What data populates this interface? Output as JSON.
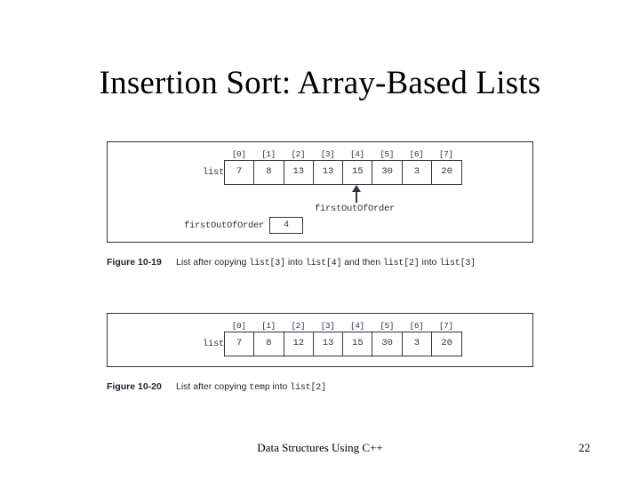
{
  "slide": {
    "title": "Insertion Sort: Array-Based Lists"
  },
  "figures": [
    {
      "id": "figure-10-19",
      "label": "Figure 10-19",
      "caption_parts": [
        {
          "type": "text",
          "value": "List after copying "
        },
        {
          "type": "code",
          "value": "list[3]"
        },
        {
          "type": "text",
          "value": " into "
        },
        {
          "type": "code",
          "value": "list[4]"
        },
        {
          "type": "text",
          "value": " and then "
        },
        {
          "type": "code",
          "value": "list[2]"
        },
        {
          "type": "text",
          "value": " into "
        },
        {
          "type": "code",
          "value": "list[3]"
        }
      ],
      "caption_plain": "List after copying list[3] into list[4] and then list[2] into list[3]",
      "array": {
        "name": "list",
        "indices": [
          "[0]",
          "[1]",
          "[2]",
          "[3]",
          "[4]",
          "[5]",
          "[6]",
          "[7]"
        ],
        "values": [
          "7",
          "8",
          "13",
          "13",
          "15",
          "30",
          "3",
          "20"
        ]
      },
      "pointer": {
        "label": "firstOutOfOrder",
        "target_index": 4
      },
      "variable": {
        "name": "firstOutOfOrder",
        "value": "4"
      }
    },
    {
      "id": "figure-10-20",
      "label": "Figure 10-20",
      "caption_parts": [
        {
          "type": "text",
          "value": "List after copying "
        },
        {
          "type": "code",
          "value": "temp"
        },
        {
          "type": "text",
          "value": " into "
        },
        {
          "type": "code",
          "value": "list[2]"
        }
      ],
      "caption_plain": "List after copying temp into list[2]",
      "array": {
        "name": "list",
        "indices": [
          "[0]",
          "[1]",
          "[2]",
          "[3]",
          "[4]",
          "[5]",
          "[6]",
          "[7]"
        ],
        "values": [
          "7",
          "8",
          "12",
          "13",
          "15",
          "30",
          "3",
          "20"
        ]
      }
    }
  ],
  "footer": {
    "title": "Data Structures Using C++",
    "page": "22"
  },
  "colors": {
    "ink": "#2b3440",
    "text": "#000000",
    "background": "#ffffff"
  }
}
